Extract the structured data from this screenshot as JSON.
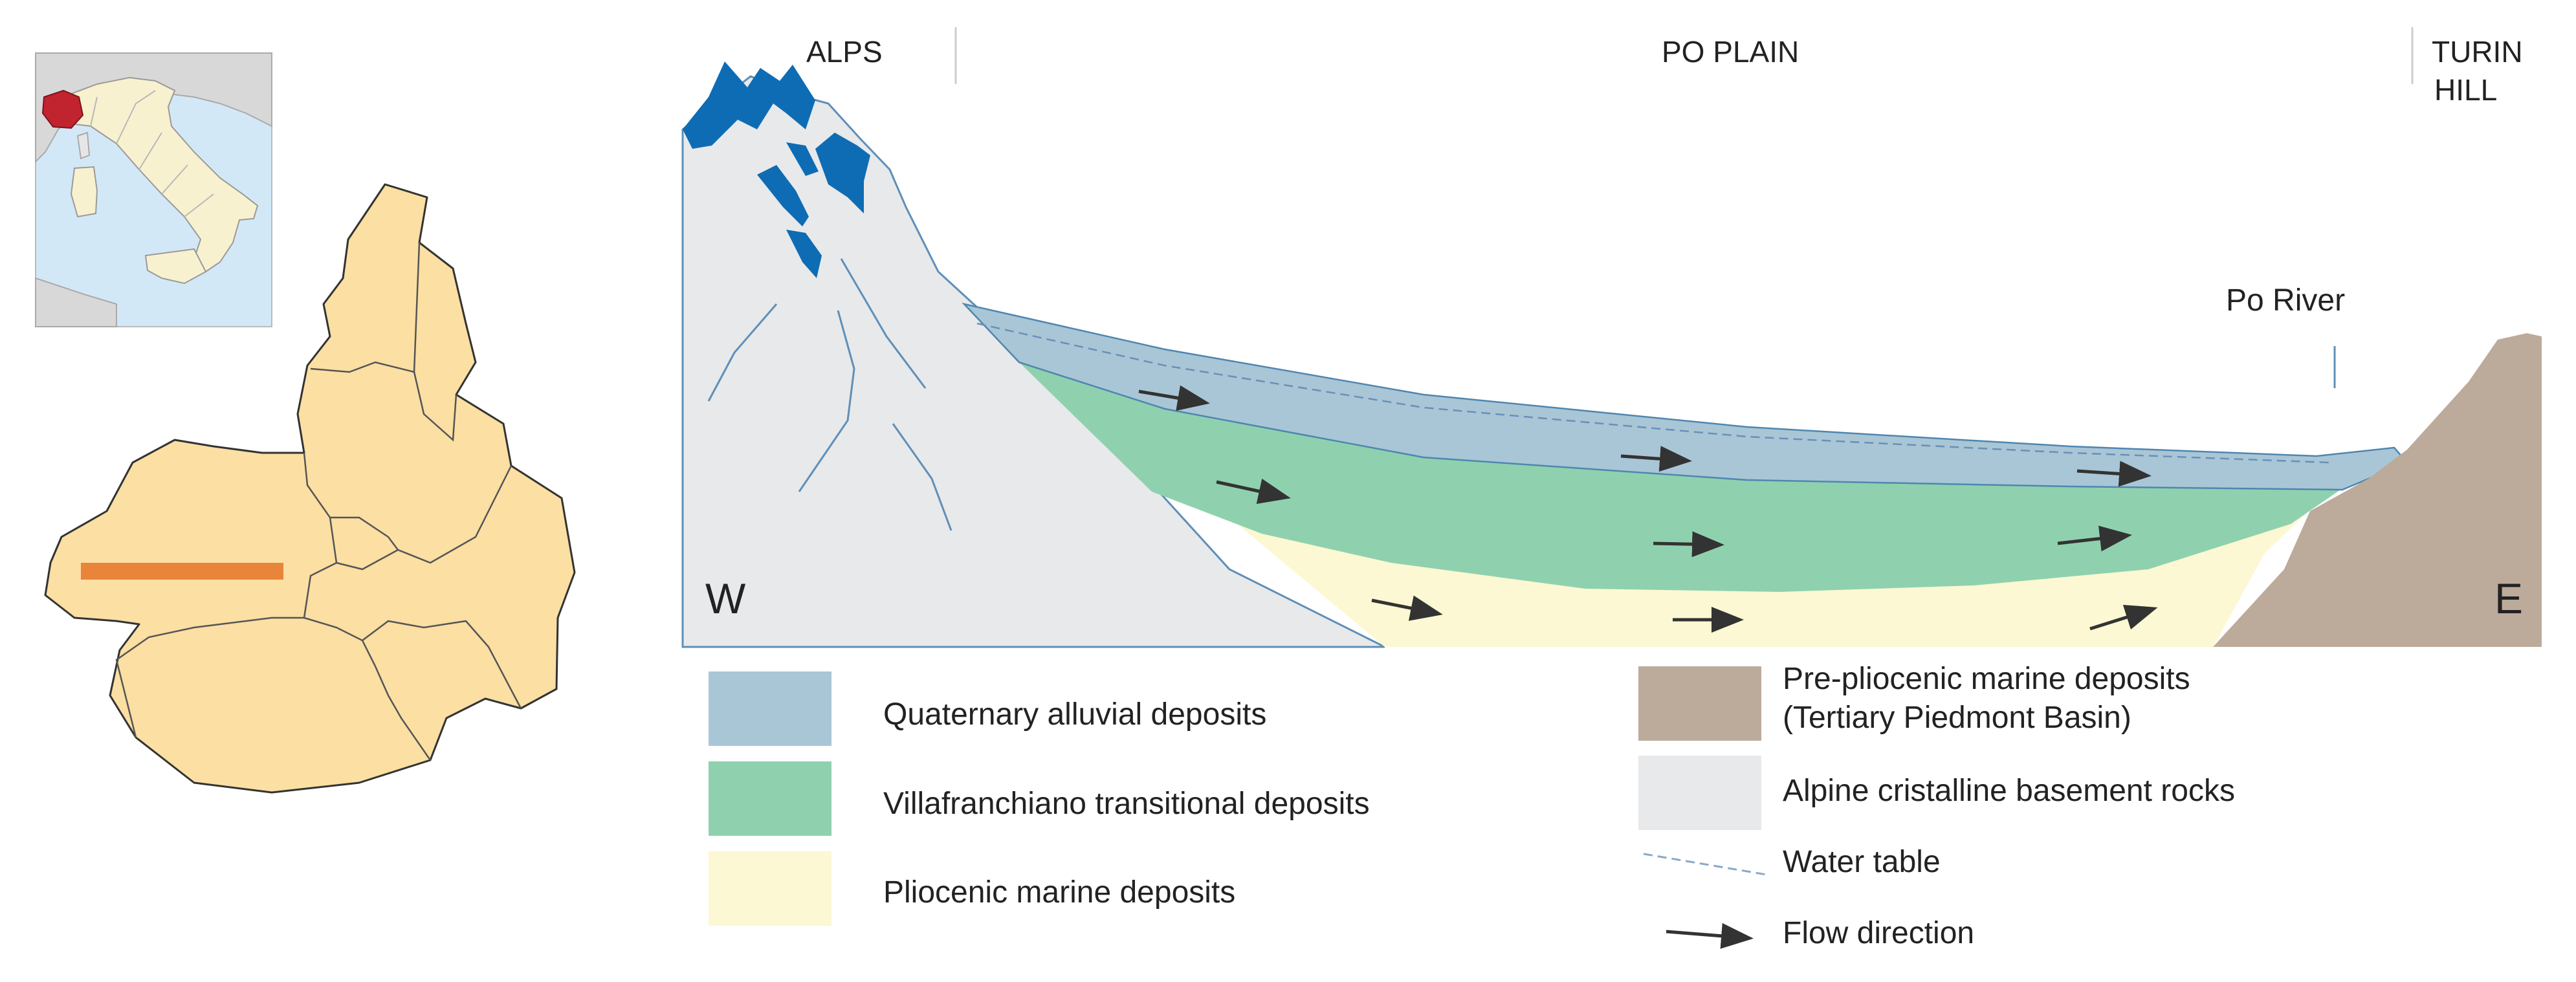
{
  "header": {
    "alps": "ALPS",
    "po_plain": "PO PLAIN",
    "turin_hill_line1": "TURIN",
    "turin_hill_line2": "HILL"
  },
  "section": {
    "river_label": "Po River",
    "west_label": "W",
    "east_label": "E"
  },
  "legend": {
    "quaternary": "Quaternary alluvial deposits",
    "villafranchiano": "Villafranchiano transitional deposits",
    "pliocenic": "Pliocenic marine deposits",
    "pre_pliocenic_line1": "Pre-pliocenic marine deposits",
    "pre_pliocenic_line2": "(Tertiary Piedmont Basin)",
    "alpine": "Alpine cristalline basement rocks",
    "water_table": "Water table",
    "flow": "Flow direction"
  },
  "colors": {
    "quaternary": "#a9c6d6",
    "villafranchiano": "#8fd1ae",
    "pliocenic": "#fbf8d3",
    "pre_pliocenic": "#bcaa9b",
    "alpine": "#e8e9ea",
    "glacier": "#0d6cb4",
    "region_fill": "#fbdfa3",
    "section_line": "#e8853b",
    "piedmont_highlight": "#c1232f",
    "sea": "#d3e8f6"
  }
}
